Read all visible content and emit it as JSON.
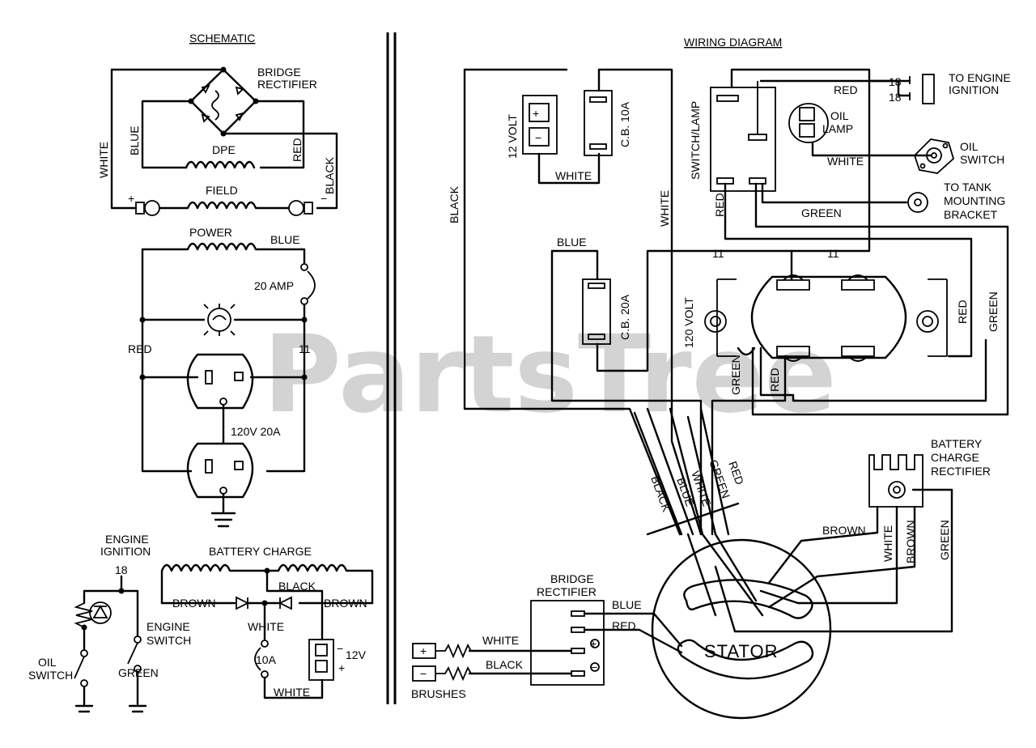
{
  "watermark": "PartsTree",
  "schematic": {
    "title": "SCHEMATIC",
    "bridge_rectifier": "BRIDGE",
    "bridge_rectifier_2": "RECTIFIER",
    "white": "WHITE",
    "blue": "BLUE",
    "red": "RED",
    "black": "BLACK",
    "dpe": "DPE",
    "field": "FIELD",
    "plus": "+",
    "minus": "−",
    "power": "POWER",
    "power_blue": "BLUE",
    "amp": "20 AMP",
    "red2": "RED",
    "eleven": "11",
    "receptacle": "120V 20A",
    "engine_ignition": "ENGINE",
    "engine_ignition_2": "IGNITION",
    "eighteen": "18",
    "engine_switch": "ENGINE",
    "engine_switch_2": "SWITCH",
    "oil_switch": "OIL",
    "oil_switch_2": "SWITCH",
    "green": "GREEN",
    "battery_charge": "BATTERY CHARGE",
    "bc_black": "BLACK",
    "brown_l": "BROWN",
    "brown_r": "BROWN",
    "bc_white": "WHITE",
    "cb10": "10A",
    "v12": "12V",
    "v12_minus": "−",
    "v12_plus": "+",
    "bc_white2": "WHITE"
  },
  "wiring": {
    "title": "WIRING DIAGRAM",
    "v12": "12 VOLT",
    "cb10": "C.B. 10A",
    "white_a": "WHITE",
    "black_a": "BLACK",
    "white_b": "WHITE",
    "switch_lamp": "SWITCH/LAMP",
    "red_a": "RED",
    "eighteen_a": "18",
    "eighteen_b": "18",
    "to_engine": "TO ENGINE",
    "to_engine_2": "IGNITION",
    "oil_lamp": "OIL",
    "oil_lamp_2": "LAMP",
    "white_c": "WHITE",
    "oil_switch": "OIL",
    "oil_switch_2": "SWITCH",
    "to_tank": "TO TANK",
    "to_tank_2": "MOUNTING",
    "to_tank_3": "BRACKET",
    "red_b": "RED",
    "green_a": "GREEN",
    "blue_a": "BLUE",
    "cb20": "C.B. 20A",
    "eleven_a": "11",
    "eleven_b": "11",
    "v120": "120 VOLT",
    "red_c": "RED",
    "green_b": "GREEN",
    "green_c": "GREEN",
    "red_d": "RED",
    "bundle": [
      "BLACK",
      "BLUE",
      "WHITE",
      "GREEN",
      "RED"
    ],
    "battery_charge": "BATTERY",
    "battery_charge_2": "CHARGE",
    "battery_charge_3": "RECTIFIER",
    "brown_a": "BROWN",
    "white_d": "WHITE",
    "brown_b": "BROWN",
    "green_d": "GREEN",
    "bridge": "BRIDGE",
    "bridge_2": "RECTIFIER",
    "blue_b": "BLUE",
    "red_e": "RED",
    "white_e": "WHITE",
    "black_b": "BLACK",
    "brushes": "BRUSHES",
    "plus": "+",
    "minus": "−",
    "stator": "STATOR"
  }
}
